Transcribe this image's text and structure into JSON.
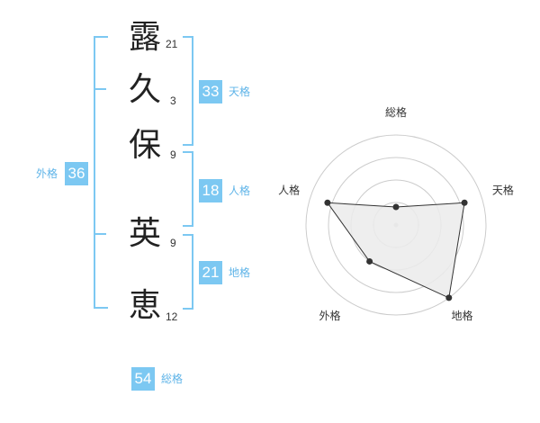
{
  "name": {
    "surname": [
      {
        "char": "露",
        "strokes": "21"
      },
      {
        "char": "久",
        "strokes": "3"
      },
      {
        "char": "保",
        "strokes": "9"
      }
    ],
    "given": [
      {
        "char": "英",
        "strokes": "9"
      },
      {
        "char": "恵",
        "strokes": "12"
      }
    ]
  },
  "kaku": {
    "tenkaku": {
      "value": "33",
      "label": "天格"
    },
    "jinkaku": {
      "value": "18",
      "label": "人格"
    },
    "chikaku": {
      "value": "21",
      "label": "地格"
    },
    "gaikaku": {
      "value": "36",
      "label": "外格"
    },
    "soukaku": {
      "value": "54",
      "label": "総格"
    }
  },
  "chart_data": {
    "type": "radar",
    "axes": [
      "総格",
      "天格",
      "地格",
      "外格",
      "人格"
    ],
    "values": [
      0.2,
      0.8,
      1.0,
      0.5,
      0.8
    ],
    "range": [
      0,
      1
    ],
    "rings": 4,
    "colors": {
      "fill": "#ebebeb",
      "line": "#333333",
      "grid": "#cccccc"
    }
  },
  "colors": {
    "accent": "#7cc8f2",
    "accent_text": "#5fb4e8"
  }
}
